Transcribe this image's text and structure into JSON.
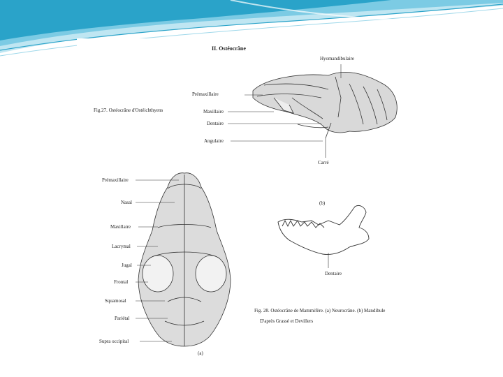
{
  "heading": "II. Ostéocrâne",
  "fig27": {
    "caption": "Fig.27. Ostéocrâne d'Ostéichthyens",
    "labels": {
      "hyomandibulaire": "Hyomandibulaire",
      "premaxillaire": "Prémaxillaire",
      "maxillaire": "Maxillaire",
      "dentaire": "Dentaire",
      "angulaire": "Angulaire",
      "carre": "Carré"
    }
  },
  "fig28": {
    "caption": "Fig. 28. Ostéocrâne de Mammifère. (a) Neurocrâne. (b) Mandibule",
    "credit": "D'après Grassé et Devillers",
    "part_a": "(a)",
    "part_b": "(b)",
    "labels": {
      "premaxillaire": "Prémaxillaire",
      "nasal": "Nasal",
      "maxillaire": "Maxillaire",
      "lacrymal": "Lacrymal",
      "jugal": "Jugal",
      "frontal": "Frontal",
      "squamosal": "Squamosal",
      "parietal": "Pariétal",
      "supra_occipital": "Supra occipital",
      "dentaire": "Dentaire"
    }
  },
  "colors": {
    "wave_dark": "#2aa3c9",
    "wave_light": "#9fd8ea"
  }
}
